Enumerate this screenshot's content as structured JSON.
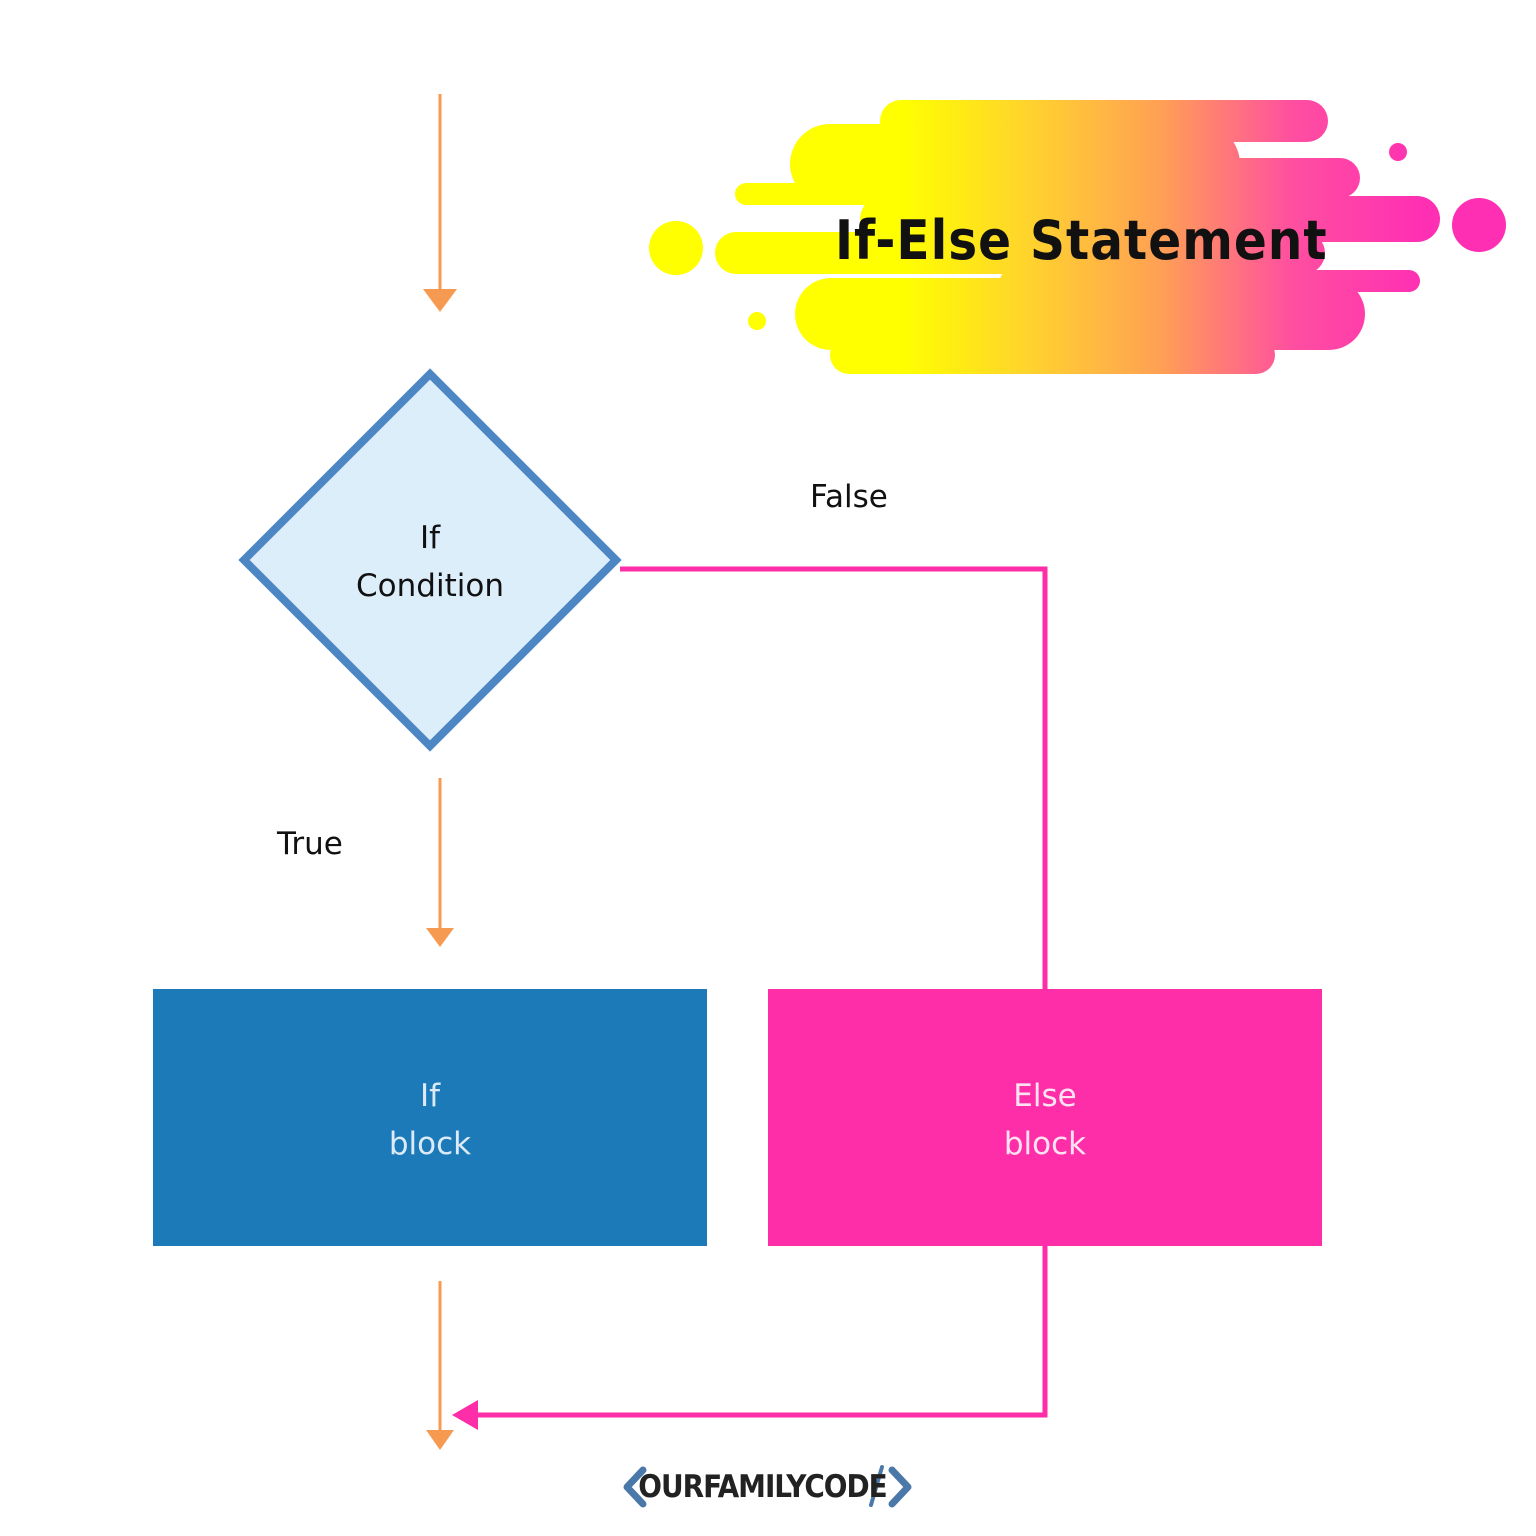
{
  "title": "If-Else Statement",
  "nodes": {
    "condition": {
      "line1": "If",
      "line2": "Condition"
    },
    "if_block": {
      "line1": "If",
      "line2": "block"
    },
    "else_block": {
      "line1": "Else",
      "line2": "block"
    }
  },
  "edges": {
    "true_label": "True",
    "false_label": "False"
  },
  "brand": {
    "name": "OURFAMILYCODE"
  },
  "colors": {
    "orange_arrow": "#f79a51",
    "pink": "#fe2ea8",
    "blue_block": "#1c7ab8",
    "diamond_fill": "#ddeefb",
    "diamond_stroke": "#4d87c3",
    "splash_yellow": "#ffff00",
    "splash_pink": "#ff2fb4",
    "logo_blue": "#4a78a8"
  }
}
